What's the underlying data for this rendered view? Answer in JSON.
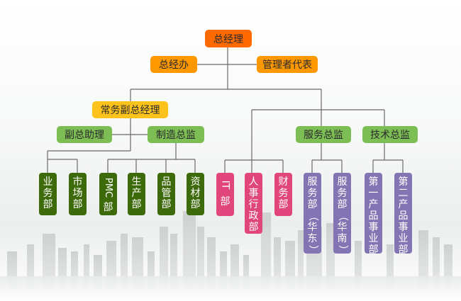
{
  "title": "组织架构图",
  "colors": {
    "top": "#fe6a00",
    "staff": "#fe9800",
    "vice": "#fdc21c",
    "director": "#7cbd54",
    "dept_manufacturing": "#3d6a0a",
    "dept_support": "#e0467b",
    "dept_service_tech": "#8374b4",
    "line": "#6a6a6a"
  },
  "nodes": {
    "gm": "总经理",
    "gm_office": "总经办",
    "mgmt_rep": "管理者代表",
    "exec_vp": "常务副总经理",
    "vp_assistant": "副总助理",
    "mfg_director": "制造总监",
    "service_director": "服务总监",
    "tech_director": "技术总监"
  },
  "departments": [
    {
      "id": "sales",
      "chars": [
        "业",
        "务",
        "部"
      ],
      "group": "green"
    },
    {
      "id": "market",
      "chars": [
        "市",
        "场",
        "部"
      ],
      "group": "green"
    },
    {
      "id": "pmc",
      "chars": [
        "PMC",
        "部"
      ],
      "group": "green"
    },
    {
      "id": "production",
      "chars": [
        "生",
        "产",
        "部"
      ],
      "group": "green"
    },
    {
      "id": "quality",
      "chars": [
        "品",
        "管",
        "部"
      ],
      "group": "green"
    },
    {
      "id": "materials",
      "chars": [
        "资",
        "材",
        "部"
      ],
      "group": "green"
    },
    {
      "id": "it",
      "chars": [
        "IT",
        "部"
      ],
      "group": "pink"
    },
    {
      "id": "hr",
      "chars": [
        "人",
        "事",
        "行",
        "政",
        "部"
      ],
      "group": "pink"
    },
    {
      "id": "finance",
      "chars": [
        "财",
        "务",
        "部"
      ],
      "group": "pink"
    },
    {
      "id": "service_east",
      "chars": [
        "服",
        "务",
        "部",
        "（",
        "华",
        "东",
        "）"
      ],
      "group": "purple"
    },
    {
      "id": "service_south",
      "chars": [
        "服",
        "务",
        "部",
        "（",
        "华",
        "南",
        "）"
      ],
      "group": "purple"
    },
    {
      "id": "product1",
      "chars": [
        "第",
        "一",
        "产",
        "品",
        "事",
        "业",
        "部"
      ],
      "group": "purple"
    },
    {
      "id": "product2",
      "chars": [
        "第",
        "二",
        "产",
        "品",
        "事",
        "业",
        "部"
      ],
      "group": "purple"
    }
  ]
}
